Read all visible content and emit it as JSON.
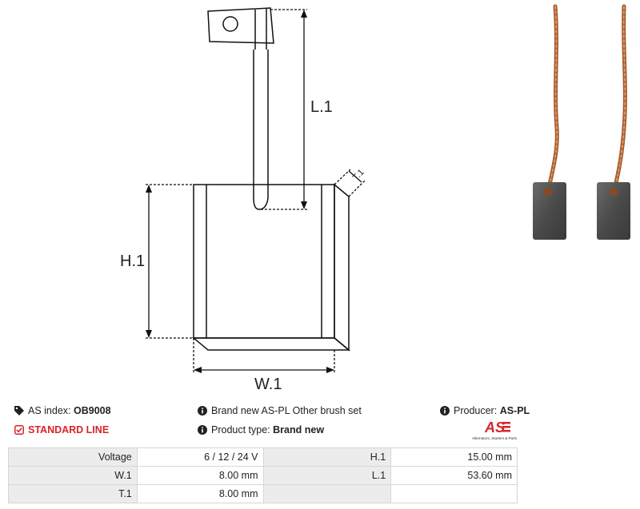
{
  "drawing": {
    "dim_length": "L.1",
    "dim_height": "H.1",
    "dim_width": "W.1",
    "dim_thickness": "T.1"
  },
  "info": {
    "as_index_label": "AS index:",
    "as_index_value": "OB9008",
    "line_label": "STANDARD LINE",
    "description": "Brand new AS-PL Other brush set",
    "product_type_label": "Product type:",
    "product_type_value": "Brand new",
    "producer_label": "Producer:",
    "producer_value": "AS-PL"
  },
  "logo": {
    "mark": "AS",
    "tagline": "Alternators, Starters & Parts",
    "color": "#d8232a"
  },
  "specs": {
    "rows": [
      [
        {
          "label": "Voltage",
          "value": "6 / 12 / 24 V"
        },
        {
          "label": "H.1",
          "value": "15.00 mm"
        }
      ],
      [
        {
          "label": "W.1",
          "value": "8.00 mm"
        },
        {
          "label": "L.1",
          "value": "53.60 mm"
        }
      ],
      [
        {
          "label": "T.1",
          "value": "8.00 mm"
        },
        {
          "label": "",
          "value": ""
        }
      ]
    ]
  },
  "icons": {
    "tag": "tag-icon",
    "check": "check-square-icon",
    "info": "info-circle-icon"
  }
}
